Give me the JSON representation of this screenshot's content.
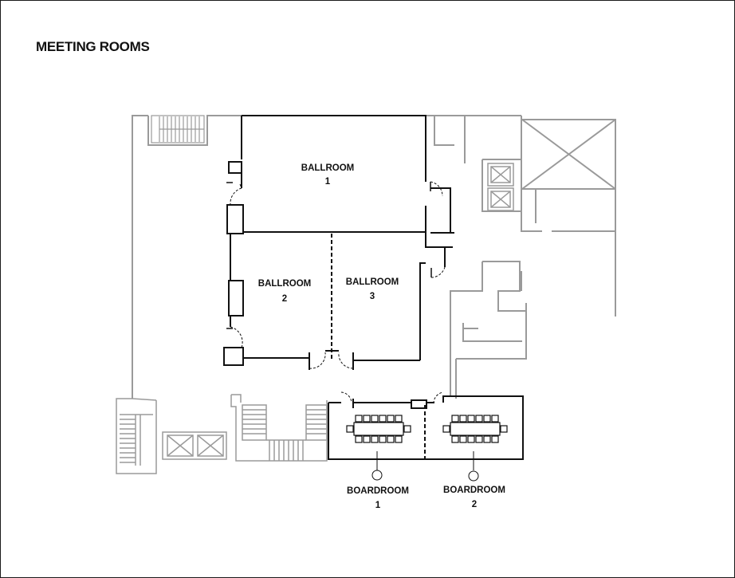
{
  "title": "MEETING ROOMS",
  "colors": {
    "primary_walls": "#111111",
    "secondary_walls": "#9a9a9a"
  },
  "rooms": [
    {
      "id": "ballroom-1",
      "line1": "BALLROOM",
      "line2": "1"
    },
    {
      "id": "ballroom-2",
      "line1": "BALLROOM",
      "line2": "2"
    },
    {
      "id": "ballroom-3",
      "line1": "BALLROOM",
      "line2": "3"
    },
    {
      "id": "boardroom-1",
      "line1": "BOARDROOM",
      "line2": "1"
    },
    {
      "id": "boardroom-2",
      "line1": "BOARDROOM",
      "line2": "2"
    }
  ]
}
